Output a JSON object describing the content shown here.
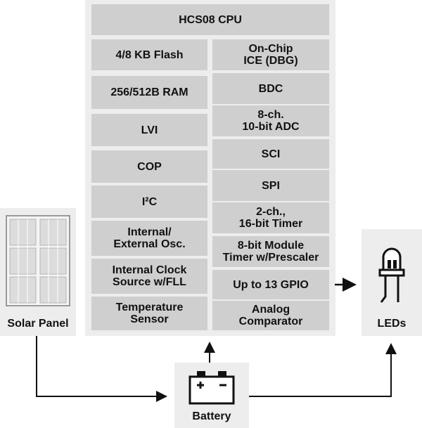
{
  "mcu": {
    "cpu": "HCS08 CPU",
    "left": [
      "4/8 KB Flash",
      "256/512B RAM",
      "LVI",
      "COP",
      "I²C",
      "Internal/\nExternal Osc.",
      "Internal Clock\nSource w/FLL",
      "Temperature\nSensor"
    ],
    "right": [
      "On-Chip\nICE (DBG)",
      "BDC",
      "8-ch.\n10-bit ADC",
      "SCI",
      "SPI",
      "2-ch.,\n16-bit Timer",
      "8-bit Module\nTimer w/Prescaler",
      "Up to 13 GPIO",
      "Analog\nComparator"
    ]
  },
  "solar_panel": {
    "label": "Solar Panel",
    "icon": "solar-panel-icon"
  },
  "leds": {
    "label": "LEDs",
    "icon": "led-icon"
  },
  "battery": {
    "label": "Battery",
    "icon": "battery-icon"
  },
  "colors": {
    "panel_bg": "#ededed",
    "cell_bg": "#cfcfcf",
    "text": "#111111",
    "arrow": "#111111"
  }
}
